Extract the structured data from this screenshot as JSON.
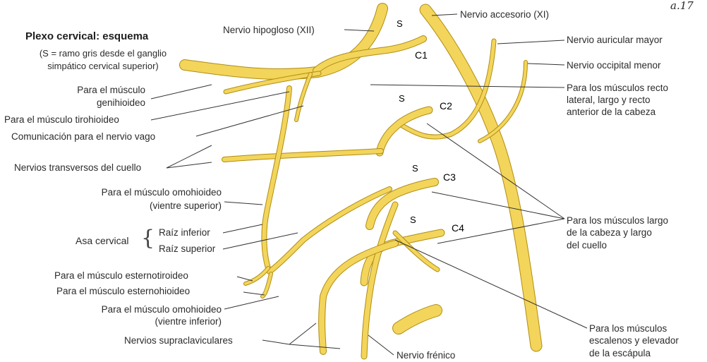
{
  "colors": {
    "nerve": "#f3d55b",
    "nerve_outline": "#b08d12",
    "leader": "#333333",
    "text": "#2b2b2b"
  },
  "title": "Plexo cervical: esquema",
  "subtitle": [
    "(S = ramo gris desde el ganglio",
    "simpático cervical superior)"
  ],
  "corner_mark": "a.17",
  "labels": {
    "hipogloso": "Nervio hipogloso (XII)",
    "accesorio": "Nervio accesorio (XI)",
    "auricular": "Nervio auricular mayor",
    "occipital": "Nervio occipital menor",
    "recto": [
      "Para los músculos recto",
      "lateral, largo y recto",
      "anterior de la cabeza"
    ],
    "genihioideo": [
      "Para el músculo",
      "genihioideo"
    ],
    "tirohioideo": "Para el músculo tirohioideo",
    "vago": "Comunicación para el nervio vago",
    "transversos": "Nervios transversos del cuello",
    "omo_sup": [
      "Para el músculo omohioideo",
      "(vientre superior)"
    ],
    "asa": "Asa cervical",
    "raiz_inf": "Raíz inferior",
    "raiz_sup": "Raíz superior",
    "largo": [
      "Para los músculos largo",
      "de la cabeza y largo",
      "del cuello"
    ],
    "esternotiroideo": "Para el músculo esternotiroideo",
    "esternohioideo": "Para el músculo esternohioideo",
    "omo_inf": [
      "Para el músculo omohioideo",
      "(vientre inferior)"
    ],
    "escalenos": [
      "Para los músculos",
      "escalenos y elevador",
      "de la escápula"
    ],
    "supraclaviculares": "Nervios supraclaviculares",
    "frenico": "Nervio frénico"
  },
  "markers": {
    "s": "S",
    "c1": "C1",
    "c2": "C2",
    "c3": "C3",
    "c4": "C4"
  }
}
